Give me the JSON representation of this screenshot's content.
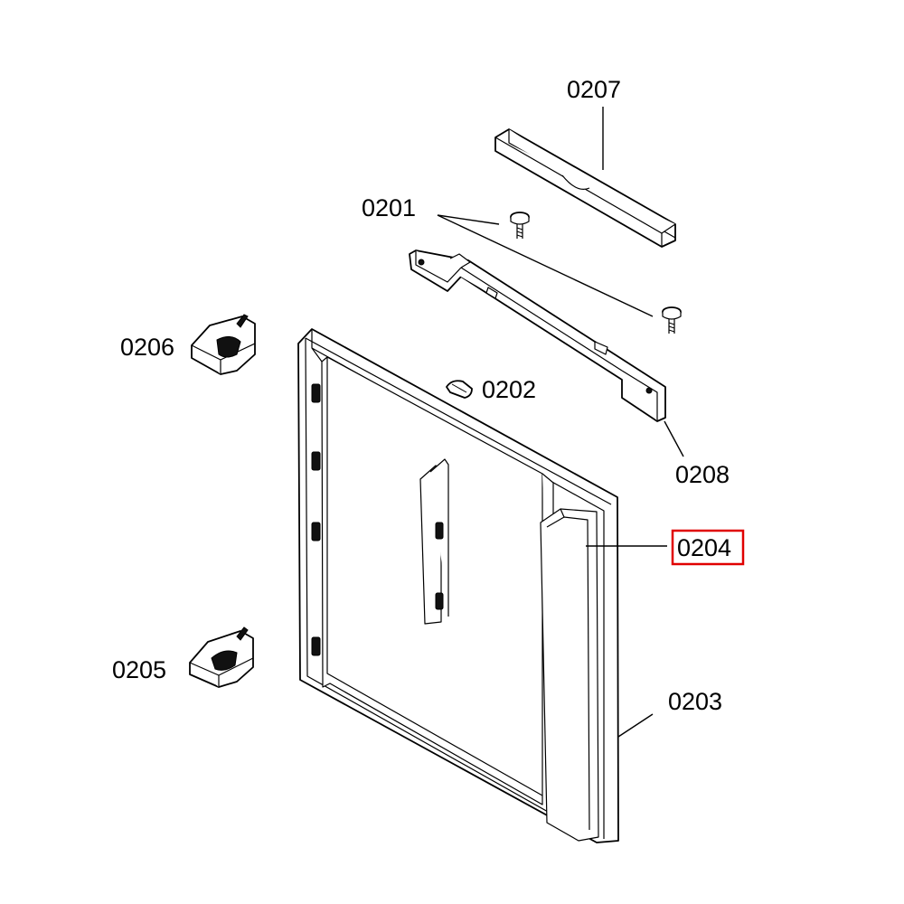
{
  "diagram": {
    "parts": [
      {
        "id": "0207",
        "label": "0207"
      },
      {
        "id": "0201",
        "label": "0201"
      },
      {
        "id": "0206",
        "label": "0206"
      },
      {
        "id": "0202",
        "label": "0202"
      },
      {
        "id": "0208",
        "label": "0208"
      },
      {
        "id": "0204",
        "label": "0204",
        "highlighted": true
      },
      {
        "id": "0205",
        "label": "0205"
      },
      {
        "id": "0203",
        "label": "0203"
      }
    ],
    "highlight_color": "#e00000"
  }
}
